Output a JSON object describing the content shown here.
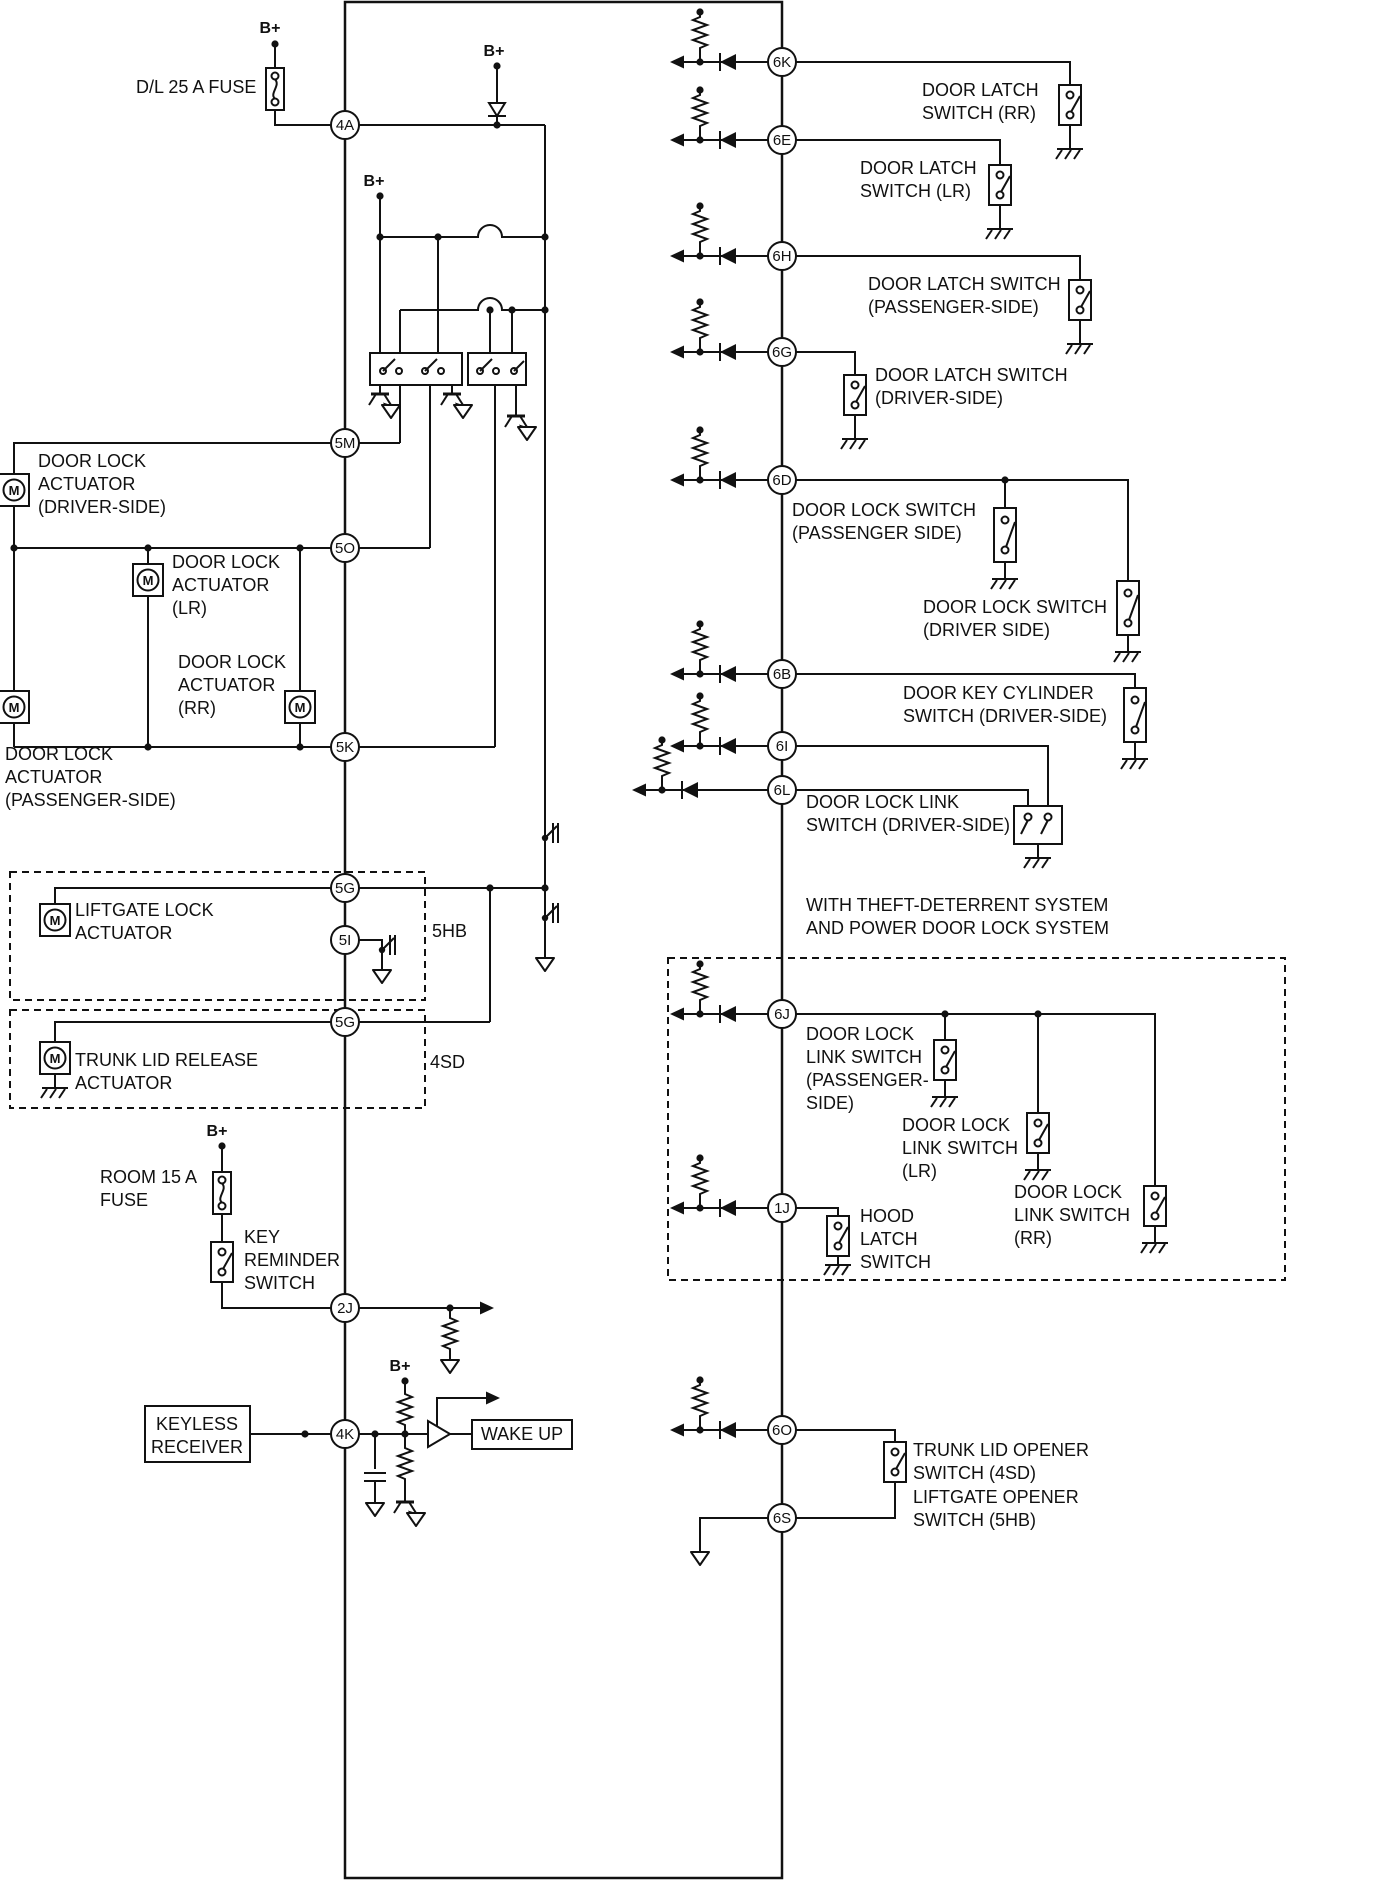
{
  "connectors": {
    "c4a": "4A",
    "c5m": "5M",
    "c5o": "5O",
    "c5k": "5K",
    "c5g1": "5G",
    "c5i": "5I",
    "c5g2": "5G",
    "c2j": "2J",
    "c4k": "4K",
    "c6k": "6K",
    "c6e": "6E",
    "c6h": "6H",
    "c6g": "6G",
    "c6d": "6D",
    "c6b": "6B",
    "c6i": "6I",
    "c6l": "6L",
    "c6j": "6J",
    "c1j": "1J",
    "c6o": "6O",
    "c6s": "6S"
  },
  "labels": {
    "b_plus": "B+",
    "motor": "M",
    "dl_fuse": "D/L 25 A FUSE",
    "act_driver": [
      "DOOR LOCK",
      "ACTUATOR",
      "(DRIVER-SIDE)"
    ],
    "act_lr": [
      "DOOR LOCK",
      "ACTUATOR",
      "(LR)"
    ],
    "act_rr": [
      "DOOR LOCK",
      "ACTUATOR",
      "(RR)"
    ],
    "act_pass": [
      "DOOR LOCK",
      "ACTUATOR",
      "(PASSENGER-SIDE)"
    ],
    "liftgate_act": [
      "LIFTGATE LOCK",
      "ACTUATOR"
    ],
    "tag_5hb": "5HB",
    "trunk_act": [
      "TRUNK LID RELEASE",
      "ACTUATOR"
    ],
    "tag_4sd": "4SD",
    "room_fuse": [
      "ROOM 15 A",
      "FUSE"
    ],
    "key_reminder": [
      "KEY",
      "REMINDER",
      "SWITCH"
    ],
    "keyless": [
      "KEYLESS",
      "RECEIVER"
    ],
    "wake_up": "WAKE UP",
    "latch_rr": [
      "DOOR LATCH",
      "SWITCH (RR)"
    ],
    "latch_lr": [
      "DOOR LATCH",
      "SWITCH (LR)"
    ],
    "latch_pass": [
      "DOOR LATCH SWITCH",
      "(PASSENGER-SIDE)"
    ],
    "latch_driver": [
      "DOOR LATCH SWITCH",
      "(DRIVER-SIDE)"
    ],
    "lock_pass": [
      "DOOR LOCK SWITCH",
      "(PASSENGER SIDE)"
    ],
    "lock_driver": [
      "DOOR LOCK SWITCH",
      "(DRIVER SIDE)"
    ],
    "key_cyl": [
      "DOOR KEY CYLINDER",
      "SWITCH (DRIVER-SIDE)"
    ],
    "link_driver": [
      "DOOR LOCK LINK",
      "SWITCH (DRIVER-SIDE)"
    ],
    "theft_note": [
      "WITH THEFT-DETERRENT SYSTEM",
      "AND POWER DOOR LOCK SYSTEM"
    ],
    "link_pass": [
      "DOOR LOCK",
      "LINK SWITCH",
      "(PASSENGER-",
      "SIDE)"
    ],
    "link_lr": [
      "DOOR LOCK",
      "LINK SWITCH",
      "(LR)"
    ],
    "link_rr": [
      "DOOR LOCK",
      "LINK SWITCH",
      "(RR)"
    ],
    "hood_latch": [
      "HOOD",
      "LATCH",
      "SWITCH"
    ],
    "trunk_opener": [
      "TRUNK LID OPENER",
      "SWITCH (4SD)"
    ],
    "liftgate_opener": [
      "LIFTGATE OPENER",
      "SWITCH (5HB)"
    ]
  },
  "colors": {
    "line": "#111111",
    "background": "#ffffff"
  }
}
